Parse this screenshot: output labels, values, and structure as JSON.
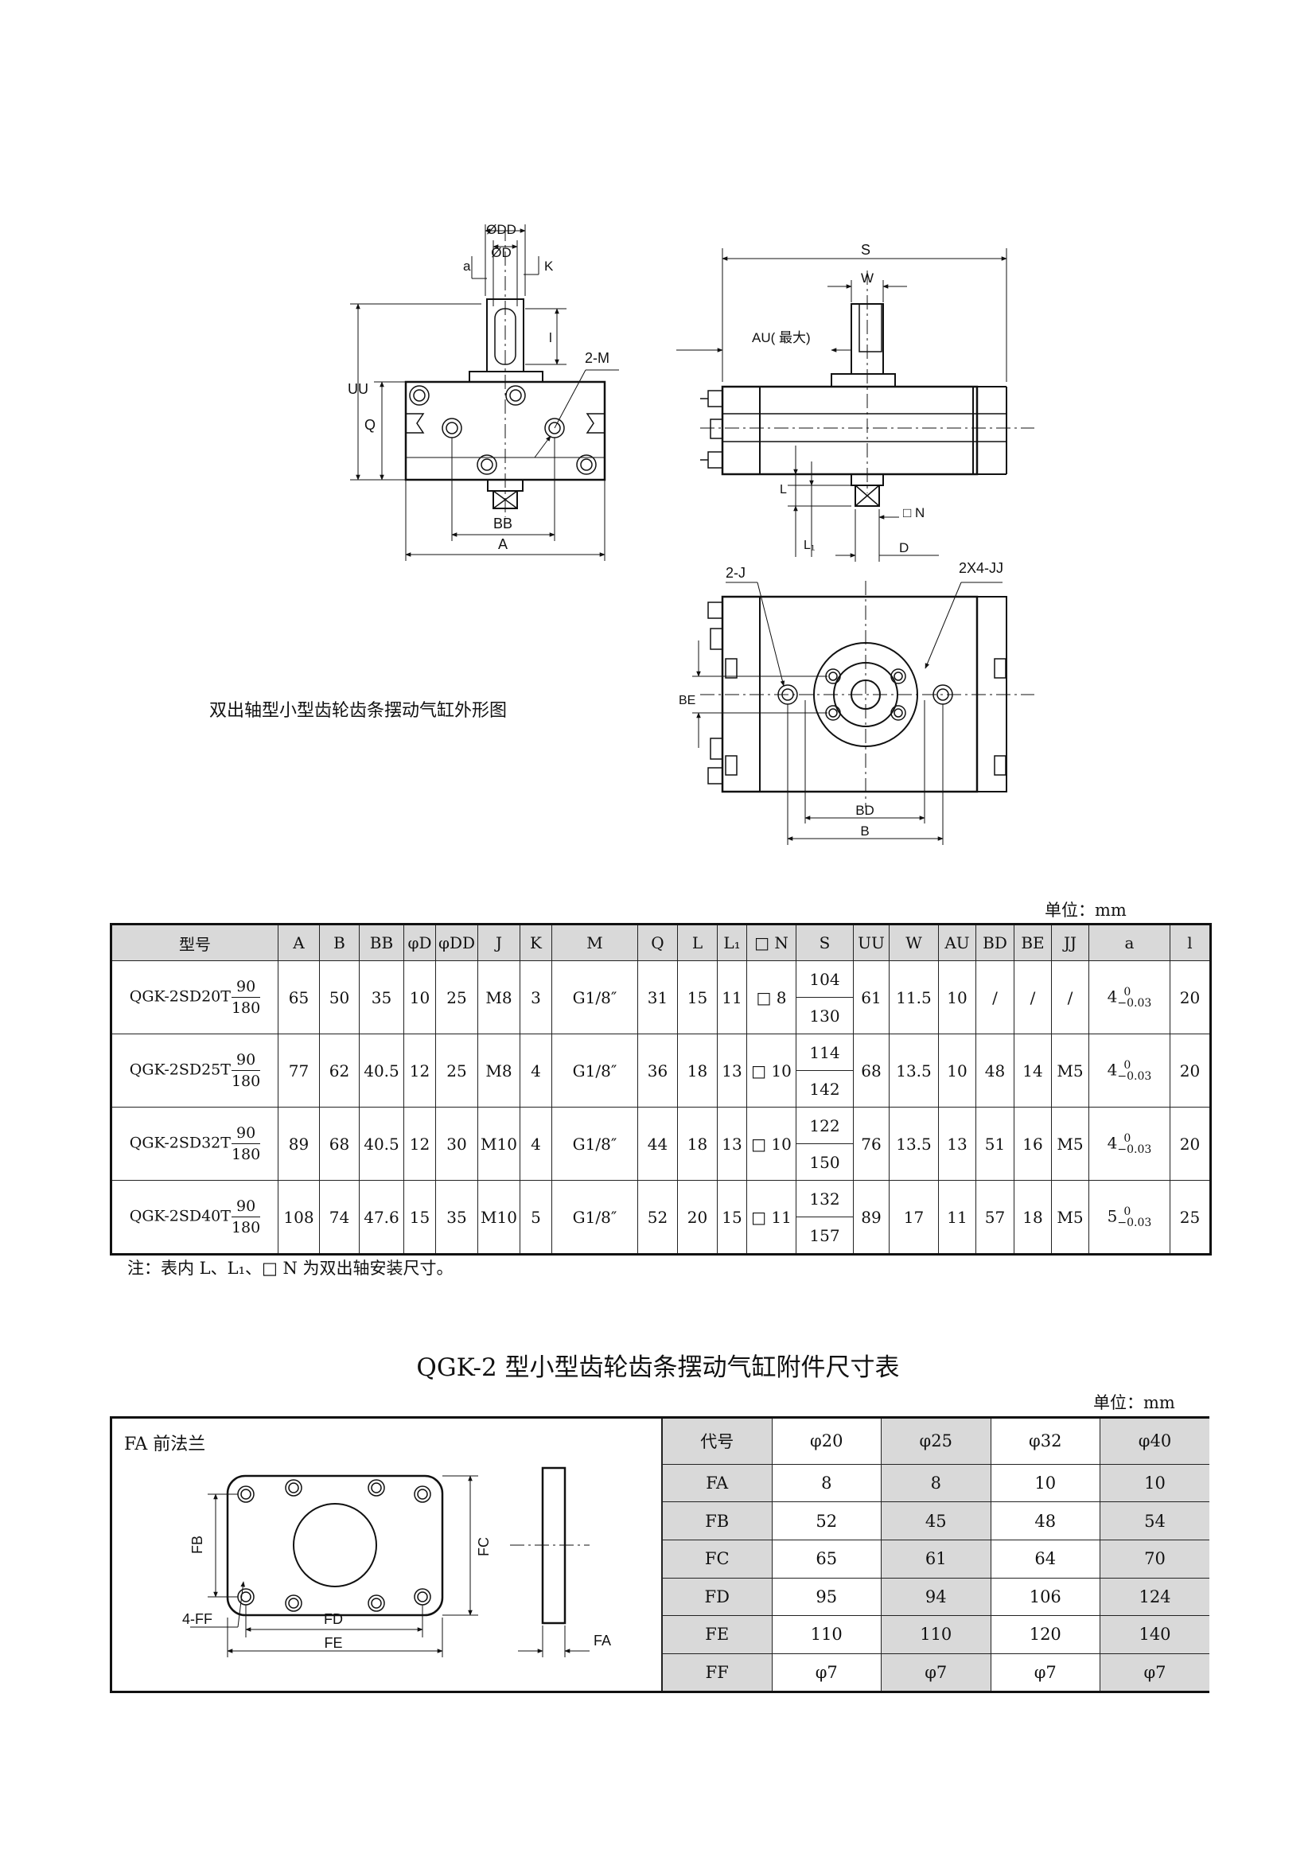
{
  "drawing": {
    "caption": "双出轴型小型齿轮齿条摆动气缸外形图",
    "front_labels": {
      "dd": "ØDD",
      "d": "ØD",
      "a": "a",
      "k": "K",
      "l": "l",
      "m": "2-M",
      "uu": "UU",
      "q": "Q",
      "bb": "BB",
      "a_dim": "A"
    },
    "side_labels": {
      "s": "S",
      "w": "W",
      "au": "AU( 最大)",
      "l": "L",
      "l1": "L₁",
      "n": "□ N",
      "d": "D"
    },
    "bottom_labels": {
      "j": "2-J",
      "jj": "2X4-JJ",
      "be": "BE",
      "bd": "BD",
      "b": "B"
    }
  },
  "spec_table": {
    "unit": "单位：mm",
    "headers": [
      "型号",
      "A",
      "B",
      "BB",
      "φD",
      "φDD",
      "J",
      "K",
      "M",
      "Q",
      "L",
      "L₁",
      "□ N",
      "S",
      "UU",
      "W",
      "AU",
      "BD",
      "BE",
      "JJ",
      "a",
      "l"
    ],
    "rows": [
      {
        "model": "QGK-2SD20T",
        "angle_top": "90",
        "angle_bottom": "180",
        "A": "65",
        "B": "50",
        "BB": "35",
        "D": "10",
        "DD": "25",
        "J": "M8",
        "K": "3",
        "M": "G1/8″",
        "Q": "31",
        "L": "15",
        "L1": "11",
        "N": "□ 8",
        "S_top": "104",
        "S_bottom": "130",
        "UU": "61",
        "W": "11.5",
        "AU": "10",
        "BD": "/",
        "BE": "/",
        "JJ": "/",
        "a": "4",
        "a_up": "0",
        "a_low": "−0.03",
        "l": "20"
      },
      {
        "model": "QGK-2SD25T",
        "angle_top": "90",
        "angle_bottom": "180",
        "A": "77",
        "B": "62",
        "BB": "40.5",
        "D": "12",
        "DD": "25",
        "J": "M8",
        "K": "4",
        "M": "G1/8″",
        "Q": "36",
        "L": "18",
        "L1": "13",
        "N": "□ 10",
        "S_top": "114",
        "S_bottom": "142",
        "UU": "68",
        "W": "13.5",
        "AU": "10",
        "BD": "48",
        "BE": "14",
        "JJ": "M5",
        "a": "4",
        "a_up": "0",
        "a_low": "−0.03",
        "l": "20"
      },
      {
        "model": "QGK-2SD32T",
        "angle_top": "90",
        "angle_bottom": "180",
        "A": "89",
        "B": "68",
        "BB": "40.5",
        "D": "12",
        "DD": "30",
        "J": "M10",
        "K": "4",
        "M": "G1/8″",
        "Q": "44",
        "L": "18",
        "L1": "13",
        "N": "□ 10",
        "S_top": "122",
        "S_bottom": "150",
        "UU": "76",
        "W": "13.5",
        "AU": "13",
        "BD": "51",
        "BE": "16",
        "JJ": "M5",
        "a": "4",
        "a_up": "0",
        "a_low": "−0.03",
        "l": "20"
      },
      {
        "model": "QGK-2SD40T",
        "angle_top": "90",
        "angle_bottom": "180",
        "A": "108",
        "B": "74",
        "BB": "47.6",
        "D": "15",
        "DD": "35",
        "J": "M10",
        "K": "5",
        "M": "G1/8″",
        "Q": "52",
        "L": "20",
        "L1": "15",
        "N": "□ 11",
        "S_top": "132",
        "S_bottom": "157",
        "UU": "89",
        "W": "17",
        "AU": "11",
        "BD": "57",
        "BE": "18",
        "JJ": "M5",
        "a": "5",
        "a_up": "0",
        "a_low": "−0.03",
        "l": "25"
      }
    ],
    "note": "注：表内 L、L₁、□ N 为双出轴安装尺寸。"
  },
  "accessory": {
    "title": "QGK-2 型小型齿轮齿条摆动气缸附件尺寸表",
    "unit": "单位：mm",
    "flange_title": "FA 前法兰",
    "flange_labels": {
      "fb": "FB",
      "fc": "FC",
      "fd": "FD",
      "fe": "FE",
      "ff": "4-FF",
      "fa": "FA"
    },
    "headers": [
      "代号",
      "φ20",
      "φ25",
      "φ32",
      "φ40"
    ],
    "rows": [
      [
        "FA",
        "8",
        "8",
        "10",
        "10"
      ],
      [
        "FB",
        "52",
        "45",
        "48",
        "54"
      ],
      [
        "FC",
        "65",
        "61",
        "64",
        "70"
      ],
      [
        "FD",
        "95",
        "94",
        "106",
        "124"
      ],
      [
        "FE",
        "110",
        "110",
        "120",
        "140"
      ],
      [
        "FF",
        "φ7",
        "φ7",
        "φ7",
        "φ7"
      ]
    ]
  }
}
